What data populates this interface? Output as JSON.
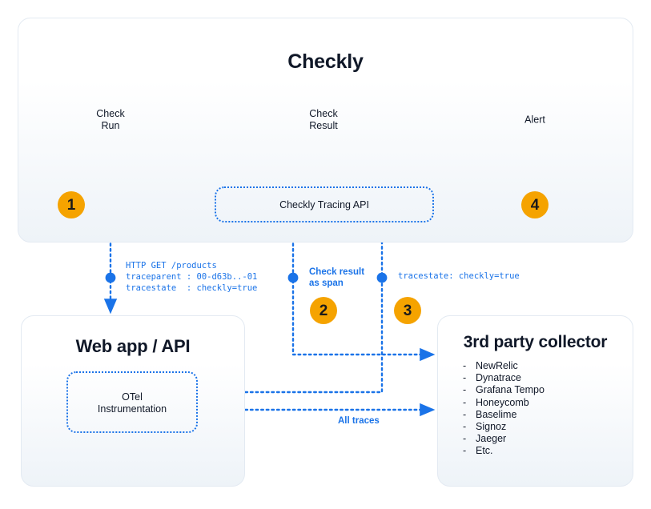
{
  "theme": {
    "blue": "#1a73e8",
    "orange": "#f5a300",
    "ink": "#101828",
    "panel_border": "#e3eaf2"
  },
  "panels": {
    "checkly": {
      "title": "Checkly"
    },
    "webapp": {
      "title": "Web app / API"
    },
    "collector": {
      "title": "3rd party collector",
      "items": [
        "NewRelic",
        "Dynatrace",
        "Grafana Tempo",
        "Honeycomb",
        "Baselime",
        "Signoz",
        "Jaeger",
        "Etc."
      ]
    }
  },
  "nodes": {
    "check_run": "Check\nRun",
    "check_result": "Check\nResult",
    "alert": "Alert",
    "tracing_api": "Checkly Tracing API",
    "otel": "OTel\nInstrumentation"
  },
  "badges": {
    "one": "1",
    "two": "2",
    "three": "3",
    "four": "4"
  },
  "annotations": {
    "http_request": "HTTP GET /products\ntraceparent : 00-d63b..-01\ntracestate  : checkly=true",
    "check_result_as_span": "Check result\nas span",
    "tracestate_header": "tracestate: checkly=true",
    "all_traces": "All traces"
  }
}
